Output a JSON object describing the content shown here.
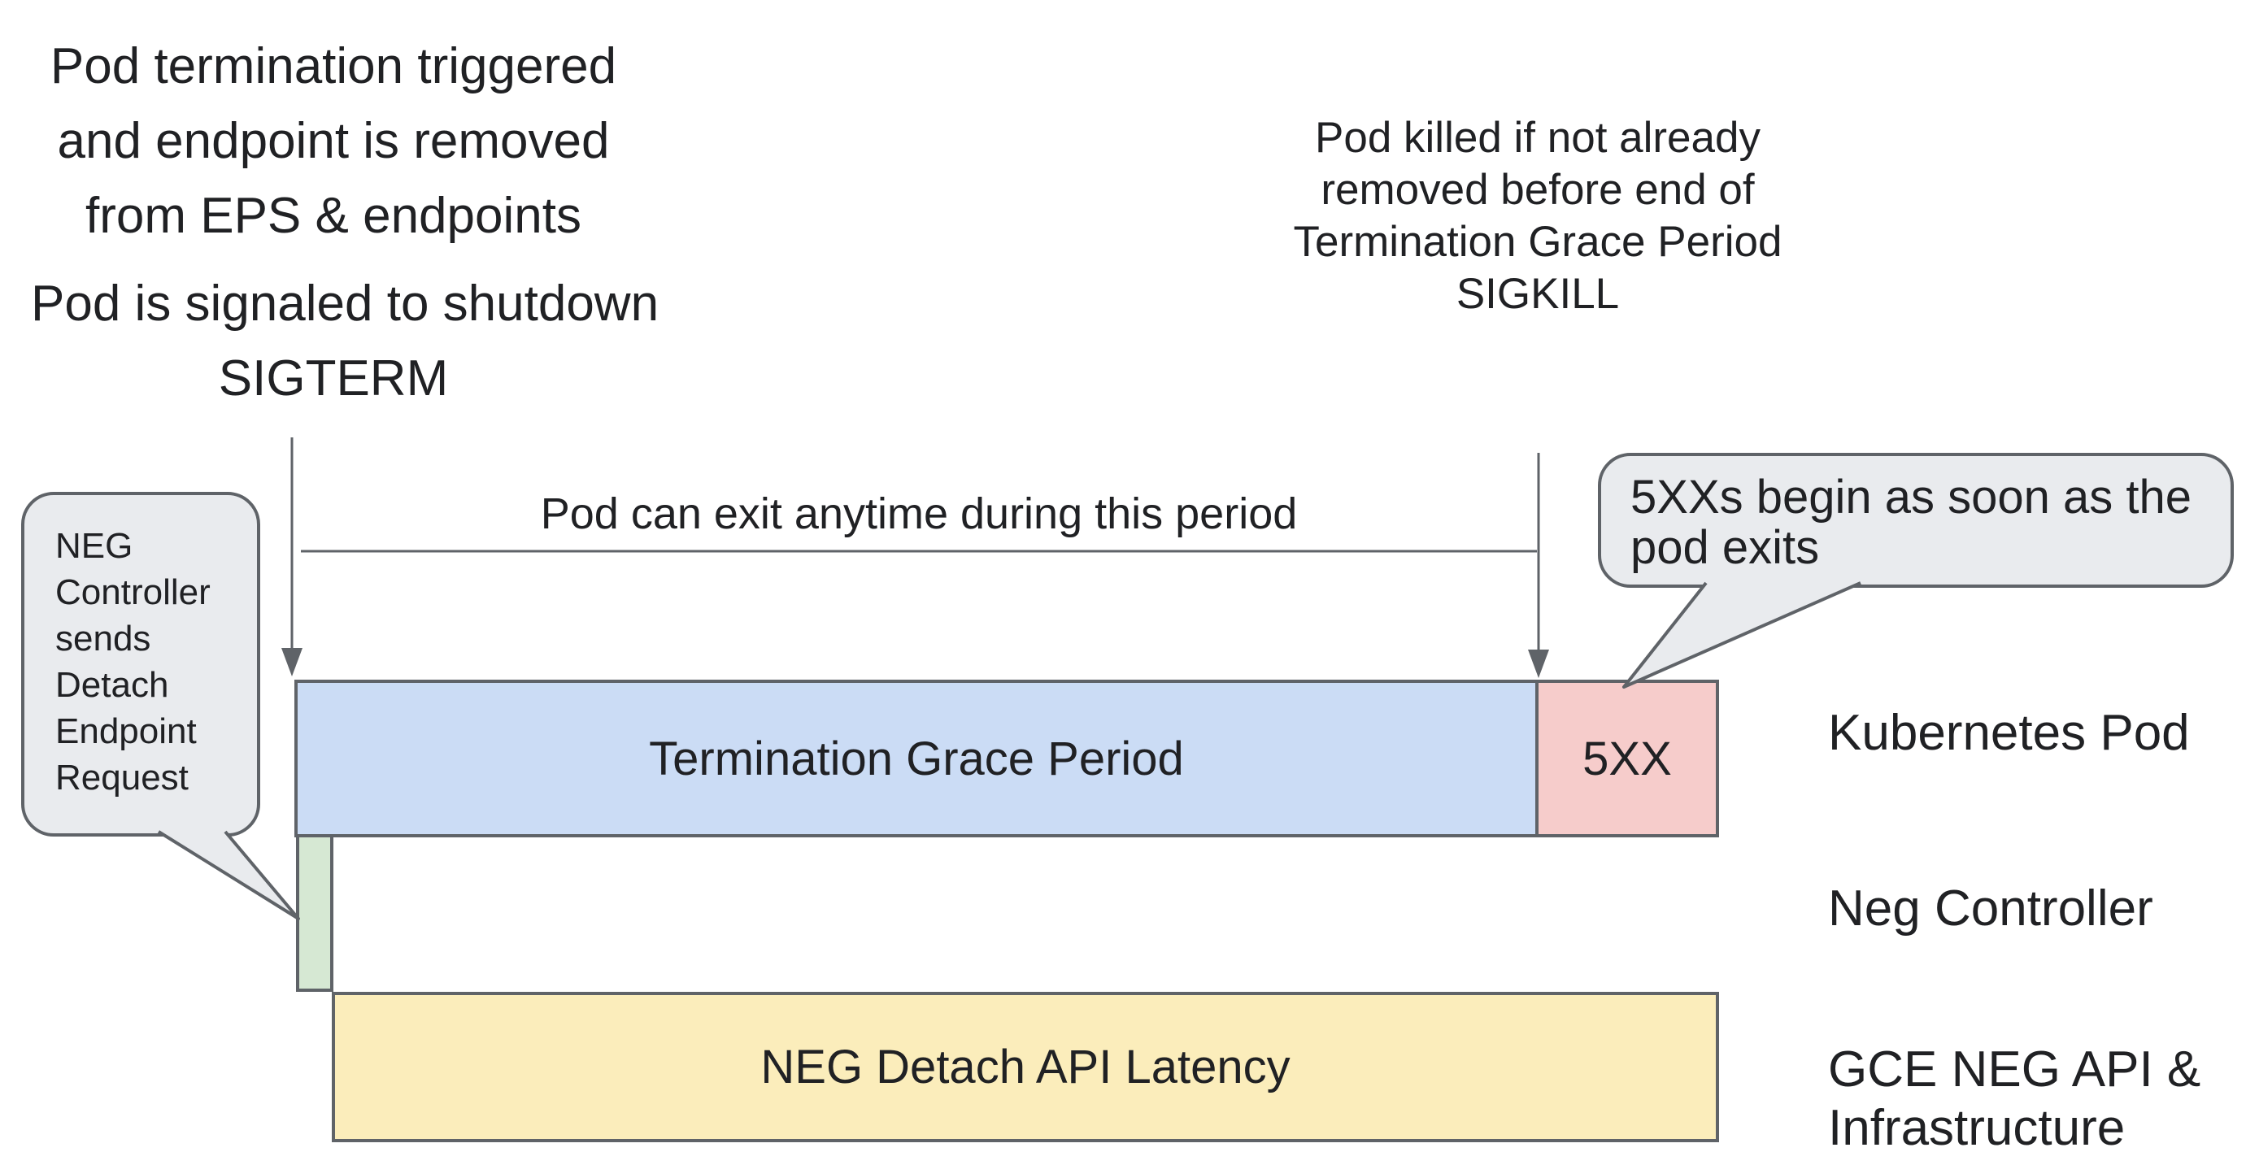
{
  "colors": {
    "background": "#ffffff",
    "text": "#202124",
    "bar_border": "#5f6368",
    "arrow": "#5f6368",
    "grace_fill": "#cbdcf5",
    "error_fill": "#f6cccb",
    "detach_fill": "#d6e8d3",
    "latency_fill": "#fbedbb",
    "bubble_fill": "#e9ebee"
  },
  "annotations": {
    "top_left": {
      "para1": [
        "Pod termination triggered",
        "and endpoint is removed",
        "from EPS & endpoints"
      ],
      "para2": [
        "Pod is signaled to shutdown",
        "SIGTERM"
      ]
    },
    "top_right": {
      "lines": [
        "Pod killed if not already",
        "removed before end of",
        "Termination Grace Period",
        "SIGKILL"
      ]
    },
    "period_label": "Pod can exit anytime during this period"
  },
  "callouts": {
    "left": {
      "lines": [
        "NEG",
        "Controller",
        "sends",
        "Detach",
        "Endpoint",
        "Request"
      ]
    },
    "right": {
      "lines": [
        "5XXs begin as soon as the",
        "pod exits"
      ]
    }
  },
  "timeline": {
    "grace_bar_label": "Termination Grace Period",
    "error_bar_label": "5XX",
    "latency_bar_label": "NEG Detach API Latency"
  },
  "lanes": {
    "pod": "Kubernetes Pod",
    "neg": "Neg Controller",
    "gce_line1": "GCE NEG API &",
    "gce_line2": "Infrastructure"
  }
}
